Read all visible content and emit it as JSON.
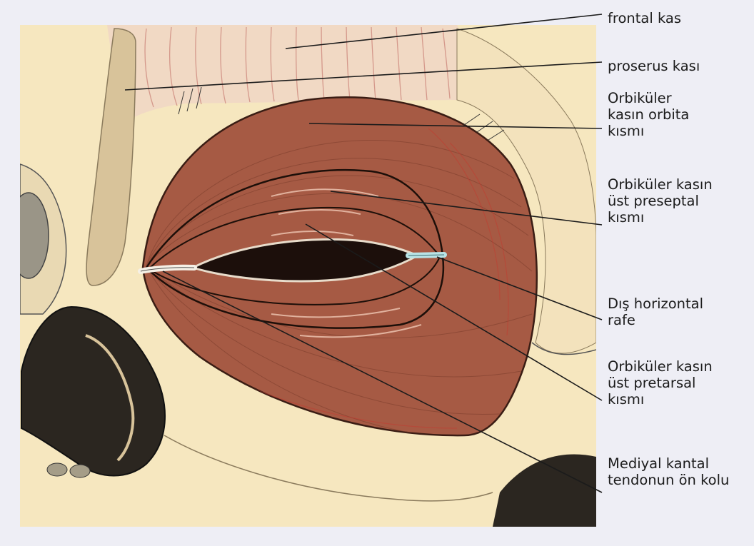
{
  "labels": {
    "frontal_kas": "frontal kas",
    "proserus": "proserus kası",
    "orbita": "Orbiküler\nkasın orbita\nkısmı",
    "preseptal": "Orbiküler kasın\nüst preseptal\nkısmı",
    "dis_rafe": "Dış horizontal\nrafe",
    "pretarsal": "Orbiküler kasın\nüst pretarsal\nkısmı",
    "mediyal": "Mediyal kantal\ntendonun ön kolu"
  },
  "colors": {
    "background": "#eeeef5",
    "skin": "#f6e7bf",
    "muscle": "#a65a44",
    "muscle_dark": "#7b3d2c",
    "bone": "#d8c39a",
    "nostril": "#2b2620",
    "leader_line": "#1b1b1b"
  }
}
